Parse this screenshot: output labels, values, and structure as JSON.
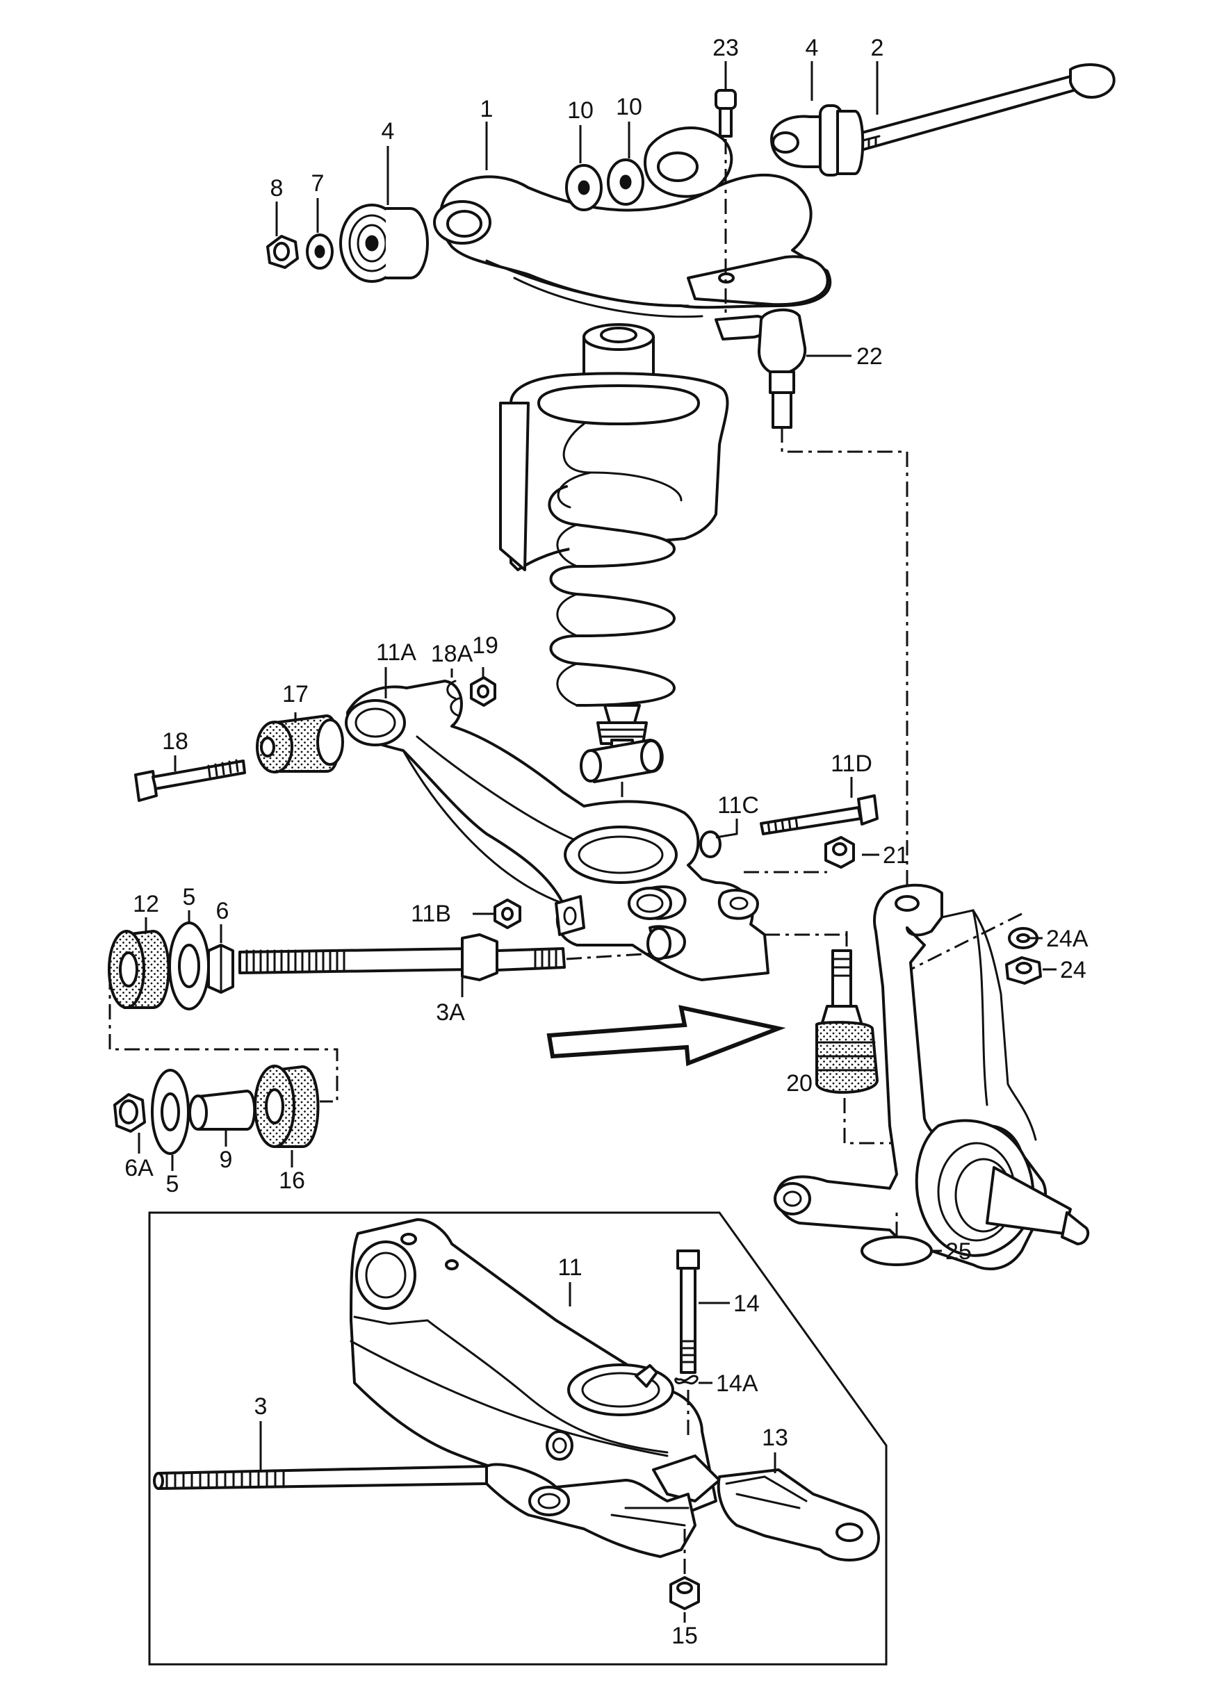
{
  "diagram": {
    "callouts": {
      "c1": "1",
      "c2": "2",
      "c3": "3",
      "c3A": "3A",
      "c4a": "4",
      "c4b": "4",
      "c5a": "5",
      "c5b": "5",
      "c6": "6",
      "c6A": "6A",
      "c7": "7",
      "c8": "8",
      "c9": "9",
      "c10a": "10",
      "c10b": "10",
      "c11": "11",
      "c11A": "11A",
      "c11B": "11B",
      "c11C": "11C",
      "c11D": "11D",
      "c12": "12",
      "c13": "13",
      "c14": "14",
      "c14A": "14A",
      "c15": "15",
      "c16": "16",
      "c17": "17",
      "c18": "18",
      "c18A": "18A",
      "c19": "19",
      "c20": "20",
      "c21": "21",
      "c22": "22",
      "c23": "23",
      "c24": "24",
      "c24A": "24A",
      "c25": "25"
    }
  }
}
